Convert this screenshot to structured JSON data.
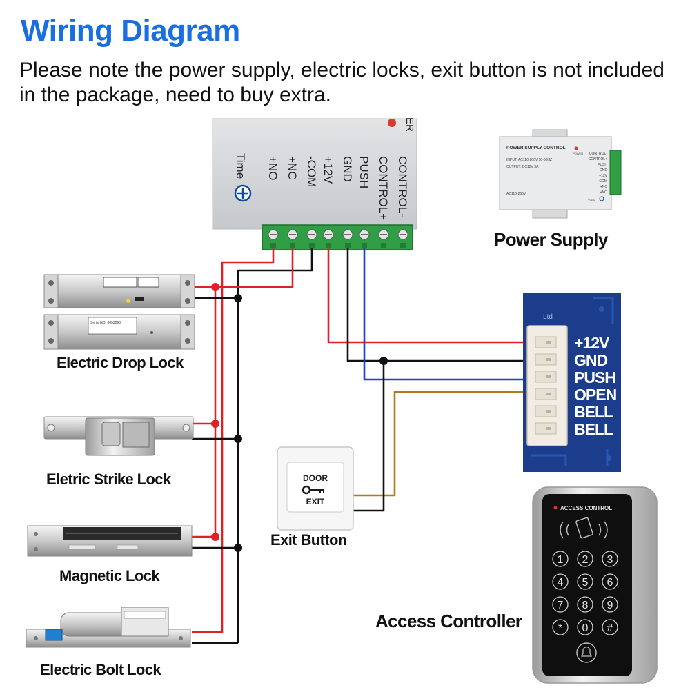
{
  "header": {
    "title": "Wiring Diagram",
    "note": "Please note the power supply, electric locks, exit button is not included in the package, need to buy extra."
  },
  "controller_unit": {
    "indicator": "ER",
    "time_label": "Time",
    "terminals": [
      "+NO",
      "+NC",
      "-COM",
      "+12V",
      "GND",
      "PUSH",
      "CONTROL+",
      "CONTROL-"
    ]
  },
  "power_supply": {
    "label": "Power Supply",
    "face_title": "POWER SUPPLY CONTROL",
    "input_line": "INPUT: AC110-260V 50-60HZ",
    "output_line": "OUTPUT: DC12V 3A",
    "power_label": "POWER",
    "terminals": [
      "CONTROL-",
      "CONTROL+",
      "PUSH",
      "GND",
      "+12V",
      "-COM",
      "+NC",
      "+NO"
    ],
    "bottom_line": "AC110-260V",
    "time_label": "Time"
  },
  "pcb": {
    "pins": [
      "+12V",
      "GND",
      "PUSH",
      "OPEN",
      "BELL",
      "BELL"
    ]
  },
  "locks": {
    "drop": {
      "label": "Electric Drop Lock",
      "serial": "Serial NO: 0053293"
    },
    "strike": {
      "label": "Eletric Strike Lock"
    },
    "magnetic": {
      "label": "Magnetic Lock"
    },
    "bolt": {
      "label": "Electric Bolt Lock"
    }
  },
  "exit_button": {
    "label": "Exit Button",
    "top_text": "DOOR",
    "bottom_text": "EXIT"
  },
  "access_controller": {
    "label": "Access Controller",
    "face_title": "ACCESS CONTROL",
    "keys": [
      "1",
      "2",
      "3",
      "4",
      "5",
      "6",
      "7",
      "8",
      "9",
      "*",
      "0",
      "#"
    ]
  },
  "colors": {
    "title": "#1a6fe0",
    "wire_red": "#e01f26",
    "wire_black": "#111111",
    "wire_blue": "#1b3fc8",
    "wire_brown": "#b07a1e",
    "pcb": "#1b3d8c",
    "terminal_green": "#2f9e44"
  }
}
